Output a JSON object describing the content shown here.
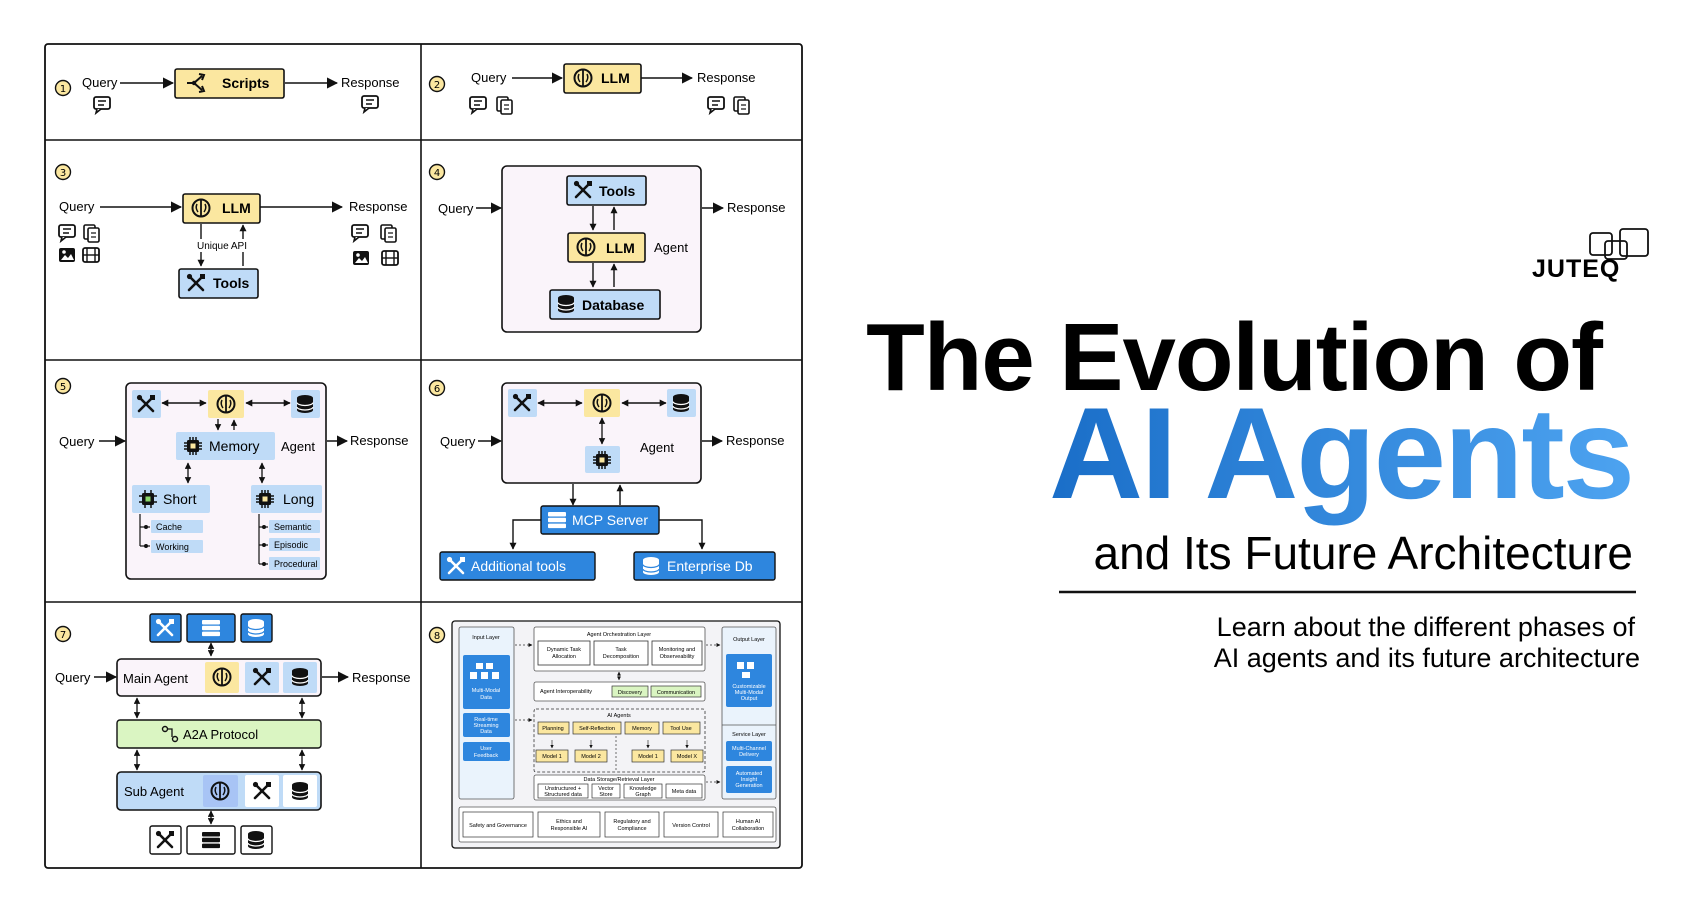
{
  "brand": {
    "name": "JUTEQ"
  },
  "title": {
    "line1": "The Evolution of",
    "line2": "AI Agents",
    "line3": "and Its Future Architecture",
    "subtitle1": "Learn about the different phases of",
    "subtitle2": "AI agents and its future architecture"
  },
  "colors": {
    "yellow": "#FBE7A0",
    "lightblue": "#BFDBF7",
    "blue": "#2E86DE",
    "green": "#DAF5C2",
    "pink": "#FAF4FA"
  },
  "p1": {
    "num": "1",
    "query": "Query",
    "scripts": "Scripts",
    "response": "Response"
  },
  "p2": {
    "num": "2",
    "query": "Query",
    "llm": "LLM",
    "response": "Response"
  },
  "p3": {
    "num": "3",
    "query": "Query",
    "llm": "LLM",
    "response": "Response",
    "api": "Unique API",
    "tools": "Tools"
  },
  "p4": {
    "num": "4",
    "query": "Query",
    "tools": "Tools",
    "llm": "LLM",
    "agent": "Agent",
    "database": "Database",
    "response": "Response"
  },
  "p5": {
    "num": "5",
    "query": "Query",
    "memory": "Memory",
    "agent": "Agent",
    "response": "Response",
    "short": "Short",
    "long": "Long",
    "cache": "Cache",
    "working": "Working",
    "semantic": "Semantic",
    "episodic": "Episodic",
    "procedural": "Procedural"
  },
  "p6": {
    "num": "6",
    "query": "Query",
    "agent": "Agent",
    "response": "Response",
    "mcp": "MCP Server",
    "addtools": "Additional tools",
    "enterprise": "Enterprise Db"
  },
  "p7": {
    "num": "7",
    "query": "Query",
    "main": "Main Agent",
    "response": "Response",
    "a2a": "A2A Protocol",
    "sub": "Sub Agent"
  },
  "p8": {
    "num": "8",
    "input_layer": "Input Layer",
    "mm1": "Multi-Modal",
    "mm2": "Data",
    "rt1": "Real-time",
    "rt2": "Streaming",
    "rt3": "Data",
    "uf1": "User",
    "uf2": "Feedback",
    "orch": "Agent Orchestration Layer",
    "dta1": "Dynamic Task",
    "dta2": "Allocation",
    "td1": "Task",
    "td2": "Decomposition",
    "mo1": "Monitoring and",
    "mo2": "Observeability",
    "interop": "Agent Interoperability",
    "discovery": "Discovery",
    "communication": "Communication",
    "ai_agents": "AI Agents",
    "planning": "Planning",
    "selfref": "Self-Reflection",
    "memory": "Memory",
    "tooluse": "Tool Use",
    "model1": "Model 1",
    "model2": "Model 2",
    "model1b": "Model 1",
    "modelx": "Model X",
    "storage": "Data Storage/Retrieval Layer",
    "us1": "Unstructured +",
    "us2": "Structured data",
    "vs1": "Vector",
    "vs2": "Store",
    "kg1": "Knowledge",
    "kg2": "Graph",
    "meta": "Meta data",
    "output_layer": "Output Layer",
    "cm1": "Customizable",
    "cm2": "Multi-Modal",
    "cm3": "Output",
    "service_layer": "Service Layer",
    "mc1": "Multi-Channel",
    "mc2": "Delivery",
    "ai1": "Automated",
    "ai2": "Insight",
    "ai3": "Generation",
    "safety": "Safety and Governance",
    "eth1": "Ethics and",
    "eth2": "Responsible AI",
    "reg1": "Regulatory and",
    "reg2": "Compliance",
    "version": "Version Control",
    "hac1": "Human AI",
    "hac2": "Collaboration"
  }
}
